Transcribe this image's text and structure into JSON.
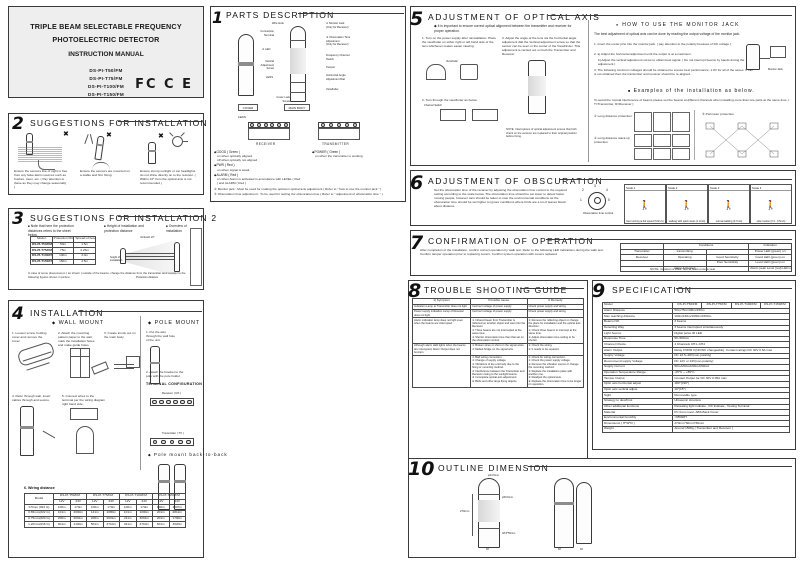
{
  "document": {
    "title_line1": "TRIPLE BEAM SELECTABLE FREQUENCY",
    "title_line2": "PHOTOELECTRIC DETECTOR",
    "title_line3": "INSTRUCTION MANUAL",
    "models": [
      "DS-PI-T50/FM",
      "DS-PI-T75/FM",
      "DS-PI-T100/FM",
      "DS-PI-T150/FM"
    ],
    "certifications": "FC  C E"
  },
  "sections": {
    "s1": {
      "num": "1",
      "title": "PARTS DESCRIPTION"
    },
    "s2": {
      "num": "2",
      "title": "SUGGESTIONS FOR INSTALLATION 1"
    },
    "s3": {
      "num": "3",
      "title": "SUGGESTIONS FOR INSTALLATION 2"
    },
    "s4": {
      "num": "4",
      "title": "INSTALLATION"
    },
    "s5": {
      "num": "5",
      "title": "ADJUSTMENT OF OPTICAL AXIS"
    },
    "s6": {
      "num": "6",
      "title": "ADJUSTMENT OF OBSCURATION"
    },
    "s7": {
      "num": "7",
      "title": "CONFIRMATION OF OPERATION"
    },
    "s8": {
      "num": "8",
      "title": "TROUBLE SHOOTING GUIDE"
    },
    "s9": {
      "num": "9",
      "title": "SPECIFICATION"
    },
    "s10": {
      "num": "10",
      "title": "OUTLINE DIMENSION"
    }
  },
  "parts": {
    "callouts": {
      "wire_hole": "Wire Hole",
      "connection_terminal": "Connection\nTerminal",
      "led": "LED",
      "vertical_adjustment_screw": "Vertical\nAdjustment\nScrew",
      "lens": "LENS",
      "cover_lock_screw": "Cover Lock\nScrew",
      "monitor_jack": "Monitor Jack\n(Only for Receiver)",
      "obscuration_time": "Obscuration Time\nAdjustment\n(Only for Receiver)",
      "frequency_channel": "Frequency Channel\nSwitch",
      "tamper": "Tamper",
      "horizontal_angle": "Horizontal Angle\nAdjustment Dial",
      "viewfinder": "Viewfinder"
    },
    "labels": {
      "cover": "COVER",
      "main_body": "MAIN BODY",
      "leds": "LEDS",
      "receiver": "RECEIVER",
      "transmitter": "TRANSMITTER"
    },
    "led_list": [
      "GOOD ( Green )",
      "POWER ( Green )",
      "PWR ( Red )",
      "ALARM ( Red )"
    ],
    "led_notes": [
      "on when optically aligned",
      "off when optically not aligned",
      "on when the transmitter is working",
      "on when signal is weak",
      "on when Alarm is activated in accordance with LEVEL ( Red ) and ALARM ( Red )"
    ],
    "footnotes": [
      "Monitor jack : Must be used for making the optimum optical axis adjustment ( Refer to \" how to use the monitor jack \" )",
      "Obscuration time adjustment : To be used for setting the obscuration time ( Refer to \" adjustment of obscuration time \" )"
    ]
  },
  "suggestions1": {
    "items": [
      {
        "mark": "X",
        "text": "Ensure the sensors line of sight is free from any false alarm sources such as bushes, trees, etc. ( Pay attention to these as they may change seasonally )"
      },
      {
        "mark": "X",
        "text": "Ensure the sensors are mounted on a stable and firm fixing."
      },
      {
        "mark": "X",
        "text": "Ensure strong sunlight or car headlights do not shine directly on to the receiver. ( Within ±2° from the optical axis is not recommended )"
      }
    ]
  },
  "suggestions2": {
    "note_left": "Note that here the protection distances refers to the sheet below.",
    "note_right": "Height of installation and protection distance",
    "note_right2": "Overview of installation",
    "table": {
      "headers": [
        "Model",
        "Protection Distance",
        "Spread of beam"
      ],
      "rows": [
        [
          "DS-PI-T50/FM",
          "50m",
          "1.5m"
        ],
        [
          "DS-PI-T75/FM",
          "75m",
          "2.25m"
        ],
        [
          "DS-PI-T100/FM",
          "100m",
          "3.0m"
        ],
        [
          "DS-PI-T150/FM",
          "150m",
          "4.5m"
        ]
      ]
    },
    "diagram_labels": {
      "vertical": "Vertical± 10°",
      "protection_distance": "Protection distance",
      "height": "height of installation",
      "transmitter": "Transmitter",
      "receiver": "Receiver"
    },
    "caption": "In case of some phenomenon ( as shown ) outside of the beams, change the distance from the transmitter and receiver to the following figures shown in picture."
  },
  "installation": {
    "wall_mount_title": "WALL MOUNT",
    "pole_mount_title": "POLE MOUNT",
    "pole_back_to_back": "Pole mount back-to-back",
    "terminal_config_title": "TERMINAL CONFIGURATION",
    "steps_wall": [
      "1. Loosen screw, holding cover and remove the cover.",
      "2. Attach the mounting pattern paper to the wall, mark the installation holes, and make guide holes.",
      "3. Create knock out on the main body."
    ],
    "steps_wall2": [
      "4. Refer through wall, insert cables through and secure.",
      "5. Connect wires to the terminal per the wiring diagram right hand side."
    ],
    "steps_pole": [
      "1. Put the wire through the wall hole of the unit.",
      "2. Attach the bracket to the pole with the pole holder."
    ],
    "term_receiver": "Receiver ( RX )",
    "term_transmitter": "Transmitter ( TX )",
    "wiring_title": "6. Wiring distance",
    "wiring_table": {
      "model_header": "Model",
      "voltage_header": "Voltage",
      "distance_header": "Wire Diameter",
      "models": [
        "DS-PI-T50/FM",
        "DS-PI-T75/FM",
        "DS-PI-T100/FM",
        "DS-PI-T150/FM"
      ],
      "voltages": [
        "12V",
        "24V",
        "12V",
        "24V",
        "12V",
        "24V",
        "12V",
        "24V"
      ],
      "rows": [
        {
          "d": "0.5mm (#24 G)",
          "v": [
            "100m",
            "170m",
            "100m",
            "170m",
            "100m",
            "170m",
            "100m",
            "1607m"
          ]
        },
        {
          "d": "0.65mm(#22 G)",
          "v": [
            "101m",
            "2000m",
            "141m",
            "1080m",
            "101m",
            "1000m",
            "201m",
            "2812m"
          ]
        },
        {
          "d": "0.75mm(#20 G)",
          "v": [
            "200m",
            "2001m",
            "200m",
            "2001m",
            "211m",
            "3001m",
            "201m",
            "1700m"
          ]
        },
        {
          "d": "1.20mm(#16 G)",
          "v": [
            "601m",
            "4100m",
            "501m",
            "3710m",
            "341m",
            "3710m",
            "601m",
            "3620m"
          ]
        }
      ]
    }
  },
  "optical_axis": {
    "note": "It is important to ensure correct optical alignment between the transmitter and receiver for proper operation.",
    "steps": [
      "1. Turn on the power supply after reinstallation. Place the viewfinder on either right or left hand side of the lens whichever makes easier viewing.",
      "3. Adjust the angle of the lens via the horizontal angle adjustment dial the Vertical adjustment screw so that the sensor can be seen in the center of the ViewFinder. This adjustment is carried out on both the Transmitter and Receiver."
    ],
    "monitor_jack_title": "HOW TO USE THE MONITOR JACK",
    "monitor_intro": "The best adjustment of optical axis can be done by reading the output voltage of the monitor jack.",
    "monitor_steps": [
      "1. Insert the meter pins into the monitor jack. ( pay attention to the polarity because of DC voltage )",
      "2. a) Adjust the horizontal adjustment until the output is at a maximum.",
      "b) Adjust the vertical adjustment screw to obtain best signal. ( Do not interrupt beams by hands during the adjustment )",
      "3. The following minimum voltages should be obtained to ensure best performance: 1.0V for all of the series. If this is not obtained then the transmitter and receiver should be re-aligned."
    ],
    "examples_title": "Examples of the installation as below.",
    "examples_intro": "To avoid the mutual interference of beams please set the beams at different channels when installing more than one pairs at the same time. ( T=Transmitter, R=Receiver )",
    "example_left": "① Long distance protection",
    "example_left2": "② Long distance stack up protection",
    "example_right": "③ Perimeter protection",
    "monitor_jack_label": "Monitor Jack",
    "viewfinder_label": "Viewfinder",
    "channel_switch_label": "Channel Switch",
    "receiver_label": "Receiver",
    "transmitter_label": "Transmitter",
    "step2": "2. Turn through the viewfinder as below.",
    "note_bottom": "NOTE: Interruptions of optical adjustment ensure that both check on the receiver are replaced to their original position before fixing."
  },
  "obscuration": {
    "body": "Set the obscuration time of the receiver by adjusting the obscuration time control to the required setting according to the scale below. The obscuration time should be set lower to detect faster moving people, however cars should be taken to note the environmental conditions as the obscuration time should be set higher to ignore conditions where birds are a lot of leaves blown about distance.",
    "dial_label": "Obscuration time control",
    "dial_numbers": [
      "1",
      "2",
      "3",
      "4",
      "5"
    ],
    "scales": [
      {
        "name": "Scale 1",
        "desc": "fast running at full speed (5.0m/s)"
      },
      {
        "name": "Scale 2",
        "desc": "walking with quick steps (1.2m/s)"
      },
      {
        "name": "Scale 3",
        "desc": "normal walking (0.7m/s)"
      },
      {
        "name": "Scale 4",
        "desc": "slow motion (0.3 - 0.5m/s)"
      }
    ]
  },
  "confirmation": {
    "body": "After completion of the installation, confirm correct operation by walk test. Refer to the following LED indications during the walk test. Confirm tamper operation prior to replacing covers. Confirm system operation with covers replaced.",
    "table": {
      "headers": [
        "",
        "Conditions",
        "",
        "Indication"
      ],
      "rows": [
        [
          "Transmitter",
          "transmitting",
          "",
          "Power LED (green) on"
        ],
        [
          "Receiver",
          "Operating",
          "Good Sensitivity",
          "Good LED (green) on"
        ],
        [
          "",
          "",
          "Poor Sensitivity",
          "Level LED (green) on"
        ],
        [
          "",
          "Alarm Activated",
          "",
          "Alarm peak Level (red) LED on"
        ]
      ]
    },
    "note": "NOTE: Conduct a Walk Test at least once a year"
  },
  "trouble": {
    "headers": [
      "1) Symptom",
      "Possible cause",
      "A Remedy"
    ],
    "rows": [
      {
        "symptom": "Indication Lamp at Transmitter does not light",
        "cause": "Incorrect voltage of power supply",
        "remedy": "Check power supply and wiring"
      },
      {
        "symptom": "Power supply indication Lamp of Receiver does not light.",
        "cause": "Incorrect voltage of power supply",
        "remedy": "Check power supply and wiring"
      },
      {
        "symptom": "Alarm indication lamp does not light even when the beams are interrupted.",
        "cause": "① Infrared beam from Transmitter is reflected on another object and went into the Receiver.\n② Three beams are not intercepted at the same time.\n③ Shorter obscuration time than that set on the obscuration control.",
        "remedy": "① Remove the reflecting object or change the place for installation and the optical axis direction.\n② Check three beams to intercept at the same time.\n③ Adjust obscuration time setting to be shorter."
      },
      {
        "symptom": "Although alarm LED lights when the beams are interrupted, Alarm Output does not function.",
        "cause": "① Broken wires or short on the signal wires.\n② Melted bridge on the signal wire.",
        "remedy": "① Check the wiring.\n② It needs to be repaired."
      },
      {
        "symptom": "",
        "cause": "① Bad wiring connection.\n② Change of supply voltage.\n③ Vibrations of the unit body due to the fixing or mounting method.\n④ Interference between the Transmitter and Receiver owing to the sunlight beams.\n⑤ Incomplete optical axis adjustment.\n⑥ Birds and other large flying objects.",
        "remedy": "① Check for wiring connection.\n② Check the power supply voltage.\n③ Remove the vibration source or change the mounting method.\n④ Replace the installation place with another one.\n⑤ Readjust the optical axis.\n⑥ Replace the obscuration time to be longer or reposition."
      }
    ]
  },
  "specification": {
    "rows": [
      {
        "label": "Model",
        "values": [
          "DS-PI-T50/FM",
          "DS-PI-T75/FM",
          "DS-PI-T100/FM",
          "DS-PI-T150/FM"
        ],
        "split": true
      },
      {
        "label": "Alarm Distance",
        "value": "50m/75m/100m/150m"
      },
      {
        "label": "Max reaching distance",
        "value": "100m/150m/1000m/1500m"
      },
      {
        "label": "Beams NO.",
        "value": "3 beams"
      },
      {
        "label": "Detecting Way",
        "value": "3 beams interrupted simultaneously"
      },
      {
        "label": "Light Source",
        "value": "Digital pulse IR LED"
      },
      {
        "label": "Response Time",
        "value": "50~500ms"
      },
      {
        "label": "Channel Choice",
        "value": "4 Channels CH1~CH4"
      },
      {
        "label": "Alarm Output",
        "value": "Relay FORM C(NO/NC changeable), Contact ratings DC 30V 0.5A max"
      },
      {
        "label": "Supply Voltage",
        "value": "DC 10.5~28V(non-polarity)"
      },
      {
        "label": "Recommend supply Voltage",
        "value": "DC 12V or 24V(non-polarity)"
      },
      {
        "label": "Supply Current",
        "value": "50mA/60mA/60mA/90mA"
      },
      {
        "label": "Operation Temperature Range",
        "value": "-25°C ~ +55°C"
      },
      {
        "label": "Tamper Output",
        "value": "Contact Output  for DC 30V 0.05A max"
      },
      {
        "label": "Optic axis horizontal adjust",
        "value": "180°(±90°)"
      },
      {
        "label": "Optic axis vertical adjust",
        "value": "10°(±5°)"
      },
      {
        "label": "Sight",
        "value": "Removable type"
      },
      {
        "label": "Strategy to dew/frost",
        "value": "Ultrasonic structure"
      },
      {
        "label": "Other additional functions",
        "value": "Passating light indicate , DX Indicate , Testing Terminal"
      },
      {
        "label": "Material",
        "value": "PC front cover, ABS Back Cover"
      },
      {
        "label": "Environmental humidity",
        "value": "<95%RH"
      },
      {
        "label": "Dimensions ( H*W*D )",
        "value": "270mm*60mm*60mm"
      },
      {
        "label": "Weight",
        "value": "Around 1500g ( Transmitter and Receiver )"
      }
    ]
  },
  "outline": {
    "dims": [
      "φ64.5mm",
      "φ59.5mm",
      "270mm",
      "48.5*55mm",
      "60",
      "60"
    ]
  }
}
